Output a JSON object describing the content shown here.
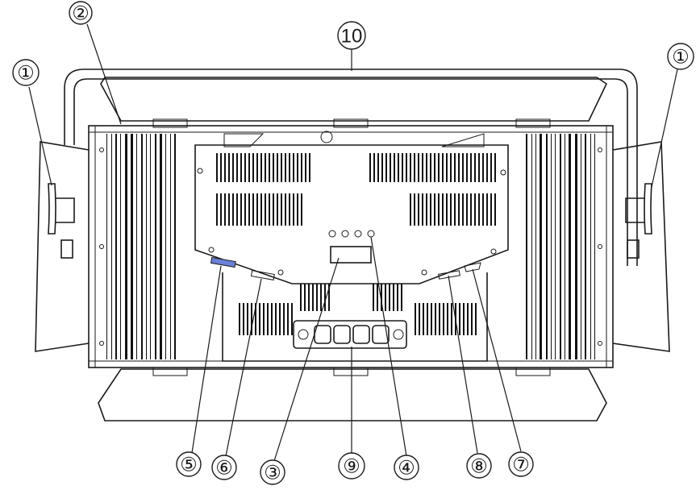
{
  "callouts": [
    {
      "id": "c1-left",
      "label": "①"
    },
    {
      "id": "c1-right",
      "label": "①"
    },
    {
      "id": "c2",
      "label": "②"
    },
    {
      "id": "c10",
      "label": "10"
    },
    {
      "id": "c5",
      "label": "⑤"
    },
    {
      "id": "c6",
      "label": "⑥"
    },
    {
      "id": "c3",
      "label": "③"
    },
    {
      "id": "c9",
      "label": "⑨"
    },
    {
      "id": "c4",
      "label": "④"
    },
    {
      "id": "c8",
      "label": "⑧"
    },
    {
      "id": "c7",
      "label": "⑦"
    }
  ],
  "colors": {
    "line": "#1a1a1a",
    "background": "#ffffff",
    "port_accent": "#6a7fd6"
  }
}
